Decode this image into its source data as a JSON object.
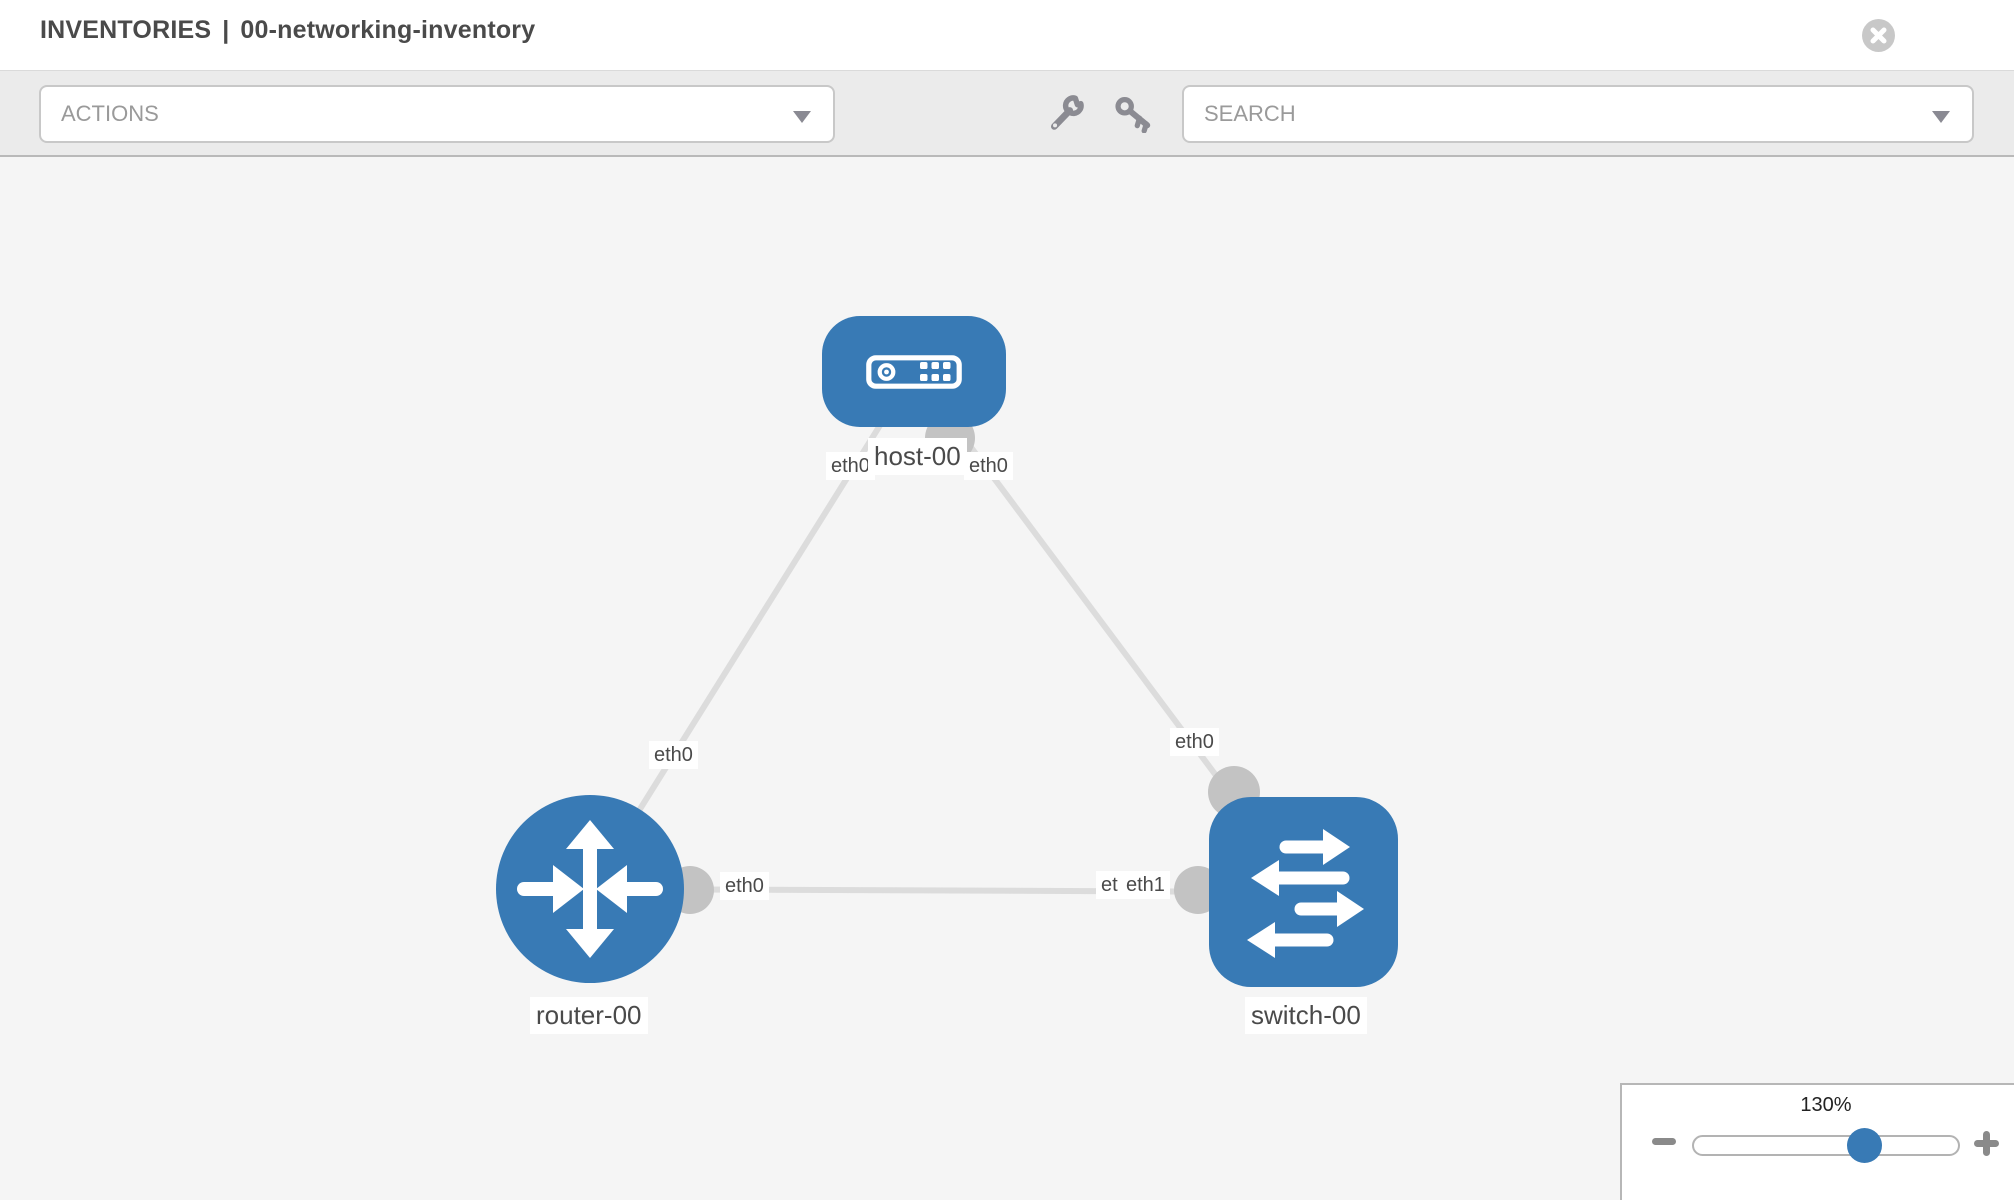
{
  "header": {
    "section": "INVENTORIES",
    "separator": "|",
    "inventory_name": "00-networking-inventory"
  },
  "toolbar": {
    "actions_label": "ACTIONS",
    "search_label": "SEARCH"
  },
  "icons": {
    "close": "close-icon",
    "wrench": "wrench-icon",
    "key": "key-icon",
    "actions_dropdown": "chevron-down-icon",
    "search_dropdown": "chevron-down-icon",
    "zoom_out": "minus-icon",
    "zoom_in": "plus-icon"
  },
  "colors": {
    "node_blue": "#387ab5",
    "link_gray": "#dcdcdc",
    "port_gray": "#c3c3c3",
    "canvas_bg": "#f5f5f5",
    "toolbar_bg": "#ebebeb"
  },
  "topology": {
    "nodes": [
      {
        "id": "host-00",
        "label": "host-00",
        "type": "host",
        "icon": "host-icon"
      },
      {
        "id": "router-00",
        "label": "router-00",
        "type": "router",
        "icon": "router-icon"
      },
      {
        "id": "switch-00",
        "label": "switch-00",
        "type": "switch",
        "icon": "switch-icon"
      }
    ],
    "links": [
      {
        "source": "host-00",
        "target": "router-00",
        "source_interface": "eth0",
        "target_interface": "eth0"
      },
      {
        "source": "host-00",
        "target": "switch-00",
        "source_interface": "eth0",
        "target_interface": "eth0"
      },
      {
        "source": "router-00",
        "target": "switch-00",
        "source_interface": "eth0",
        "target_interface": "eth1",
        "target_interface_behind": "eth0"
      }
    ]
  },
  "zoom_control": {
    "level": "130%"
  }
}
